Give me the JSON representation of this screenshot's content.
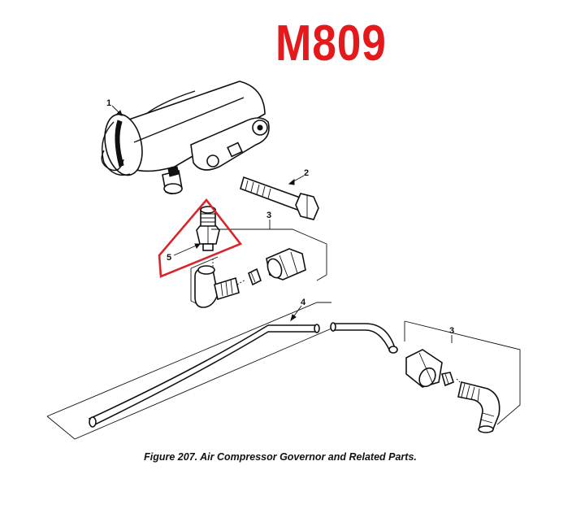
{
  "header": {
    "model_label": "M809"
  },
  "figure": {
    "caption": "Figure 207. Air Compressor Governor and Related Parts."
  },
  "callouts": {
    "governor": "1",
    "bolt": "2",
    "fitting_set_upper": "3",
    "tube": "4",
    "fitting_set_lower": "3",
    "adapter": "5"
  },
  "colors": {
    "title": "#e3191c",
    "highlight": "#d9252a",
    "ink": "#111111"
  }
}
